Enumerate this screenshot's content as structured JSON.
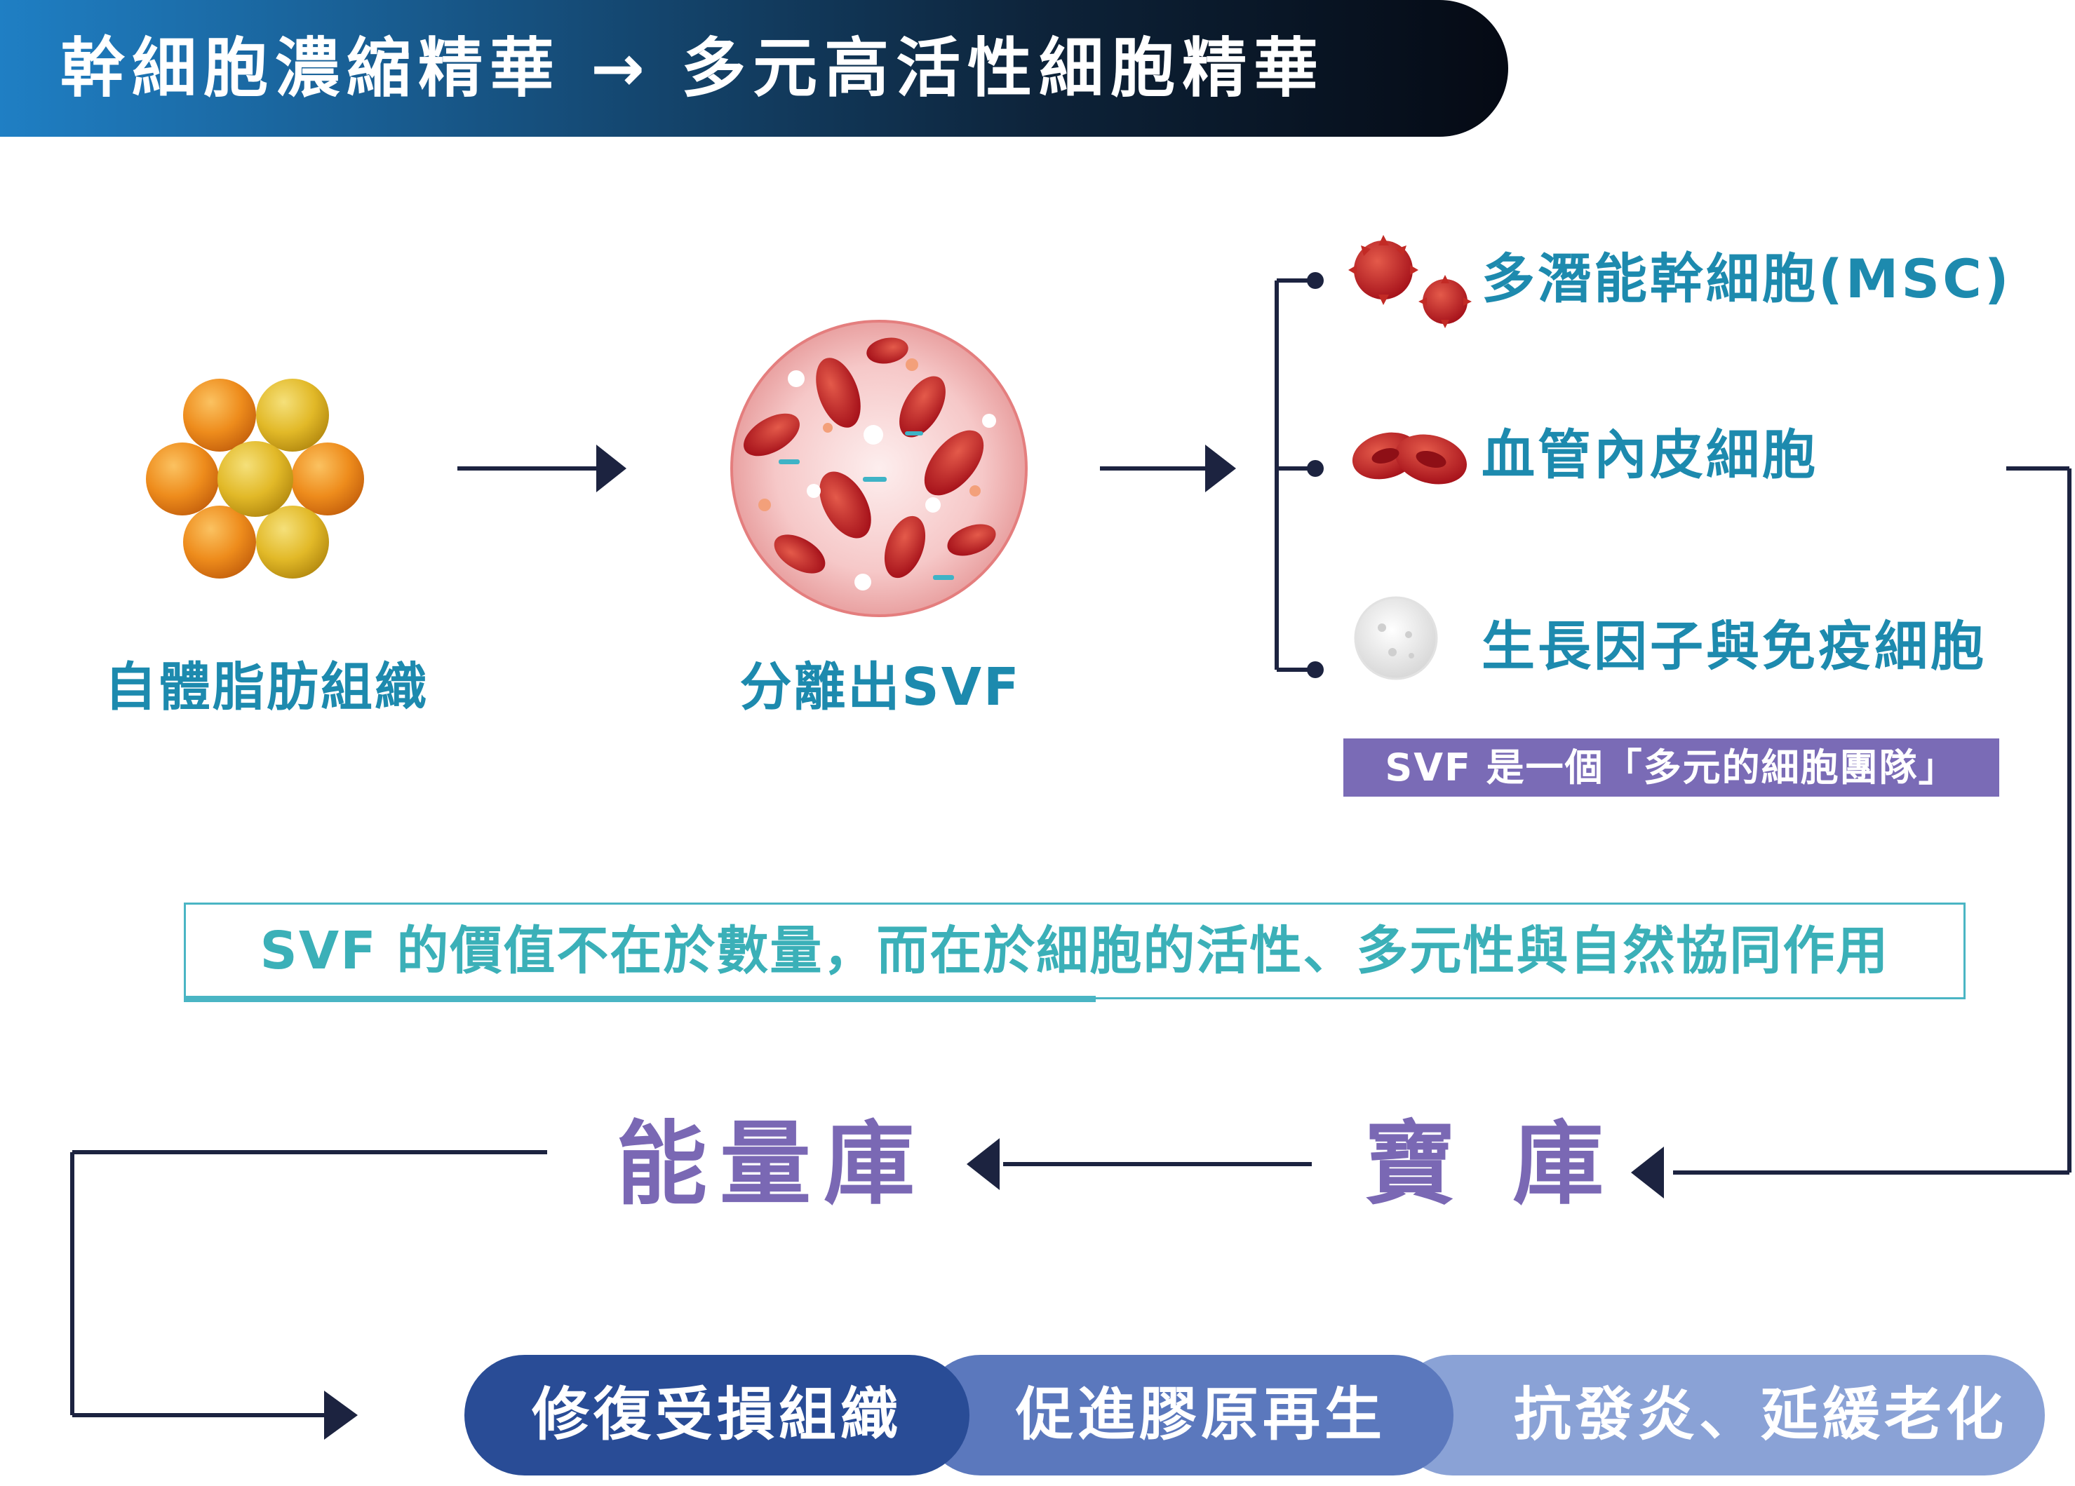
{
  "header": {
    "title": "幹細胞濃縮精華 → 多元高活性細胞精華"
  },
  "stages": {
    "fat": "自體脂肪組織",
    "svf": "分離出SVF"
  },
  "cell_types": [
    {
      "label": "多潛能幹細胞(MSC)",
      "icon": "msc-cell-icon"
    },
    {
      "label": "血管內皮細胞",
      "icon": "red-blood-cell-icon"
    },
    {
      "label": "生長因子與免疫細胞",
      "icon": "white-cell-icon"
    }
  ],
  "svf_team_badge": "SVF 是一個「多元的細胞團隊」",
  "value_statement": "SVF 的價值不在於數量，而在於細胞的活性、多元性與自然協同作用",
  "vault": {
    "treasury": "寶  庫",
    "energy": "能量庫"
  },
  "benefits": [
    {
      "label": "修復受損組織",
      "color": "#294c96"
    },
    {
      "label": "促進膠原再生",
      "color": "#5b78bd"
    },
    {
      "label": "抗發炎、延緩老化",
      "color": "#8aa2d6"
    }
  ],
  "colors": {
    "accent_teal": "#1d8aae",
    "accent_purple": "#7a68b4",
    "arrow_navy": "#1c2340"
  }
}
